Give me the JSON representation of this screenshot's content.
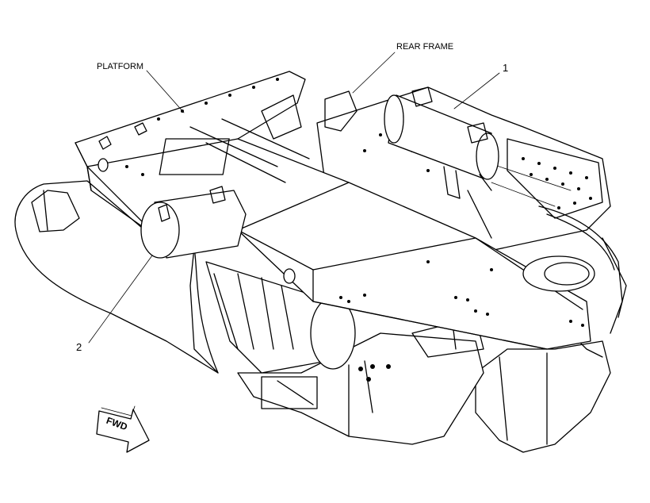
{
  "labels": {
    "platform": "PLATFORM",
    "rear_frame": "REAR FRAME",
    "callout_1": "1",
    "callout_2": "2",
    "fwd": "FWD"
  }
}
